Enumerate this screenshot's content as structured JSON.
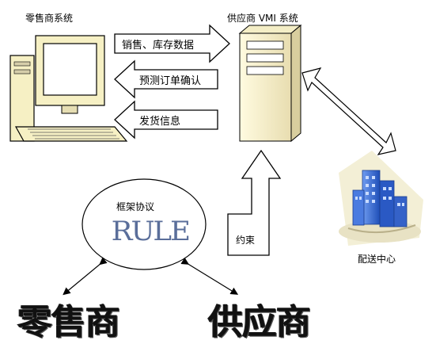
{
  "labels": {
    "retail_system": "零售商系统",
    "supplier_system": "供应商 VMI 系统",
    "distribution_center": "配送中心",
    "framework_agreement": "框架协议",
    "rule": "RULE",
    "constraint": "约束",
    "retailer": "零售商",
    "supplier": "供应商"
  },
  "arrows": {
    "sales_inventory": "销售、库存数据",
    "forecast_order": "预测订单确认",
    "shipping_info": "发货信息"
  },
  "colors": {
    "server_fill": "#fbf5c9",
    "computer_fill": "#fbf5c9",
    "building": "#3b6fd9",
    "rule_text": "#5a6e9a"
  }
}
